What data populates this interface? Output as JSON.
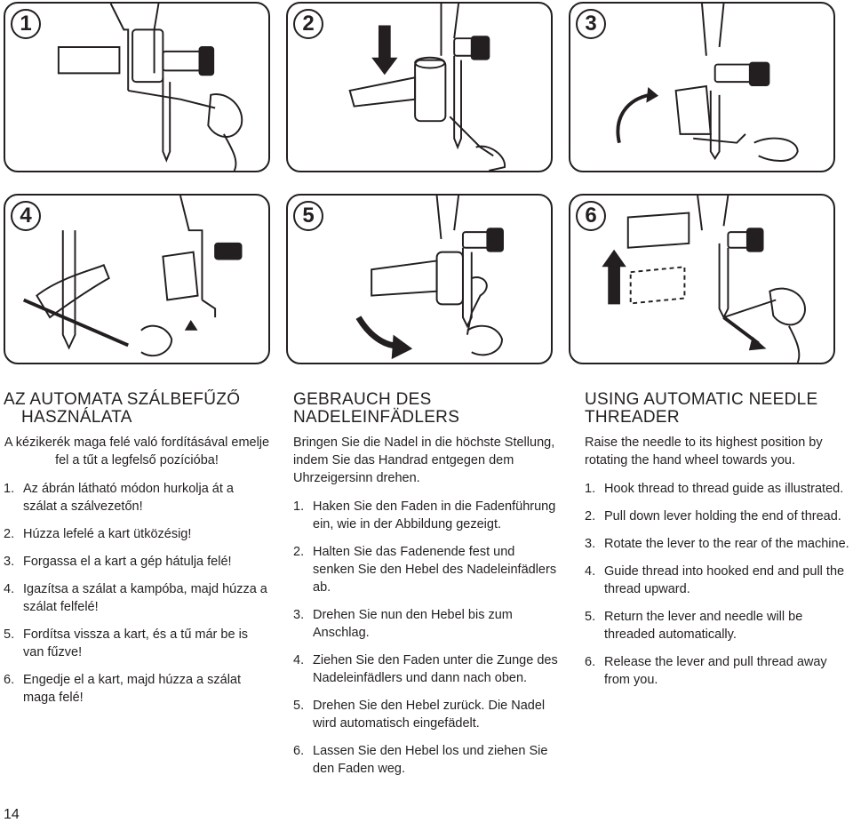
{
  "panels": [
    {
      "number": "1"
    },
    {
      "number": "2"
    },
    {
      "number": "3"
    },
    {
      "number": "4"
    },
    {
      "number": "5"
    },
    {
      "number": "6"
    }
  ],
  "hungarian": {
    "title_line1": "AZ AUTOMATA SZÁLBEFŰZŐ",
    "title_line2": "HASZNÁLATA",
    "intro": "A kézikerék maga felé való fordításával emelje fel a tűt a legfelső pozícióba!",
    "steps": [
      {
        "num": "1.",
        "text": "Az ábrán látható módon hurkolja át a szálat a szálvezetőn!"
      },
      {
        "num": "2.",
        "text": "Húzza lefelé a kart ütközésig!"
      },
      {
        "num": "3.",
        "text": "Forgassa el a kart a gép hátulja felé!"
      },
      {
        "num": "4.",
        "text": "Igazítsa a szálat a kampóba, majd húzza a szálat felfelé!"
      },
      {
        "num": "5.",
        "text": "Fordítsa vissza a kart, és a tű már be is van fűzve!"
      },
      {
        "num": "6.",
        "text": "Engedje el a kart, majd húzza a szálat maga felé!"
      }
    ]
  },
  "german": {
    "title_line1": "GEBRAUCH DES",
    "title_line2": "NADELEINFÄDLERS",
    "intro": "Bringen Sie die Nadel in die höchste Stellung, indem Sie das Handrad entgegen dem Uhrzeigersinn drehen.",
    "steps": [
      {
        "num": "1.",
        "text": "Haken Sie den Faden in die Fadenführung ein, wie in der Abbildung gezeigt."
      },
      {
        "num": "2.",
        "text": "Halten Sie das Fadenende fest und senken Sie den Hebel des Nadeleinfädlers ab."
      },
      {
        "num": "3.",
        "text": "Drehen Sie nun den Hebel bis zum Anschlag."
      },
      {
        "num": "4.",
        "text": "Ziehen Sie den Faden unter die Zunge des Nadeleinfädlers und dann nach oben."
      },
      {
        "num": "5.",
        "text": "Drehen Sie den Hebel zurück. Die Nadel wird automatisch eingefädelt."
      },
      {
        "num": "6.",
        "text": "Lassen Sie den Hebel los und ziehen Sie den Faden weg."
      }
    ]
  },
  "english": {
    "title_line1": "USING AUTOMATIC NEEDLE",
    "title_line2": "THREADER",
    "intro": "Raise the needle to its highest position by rotating the hand wheel towards you.",
    "steps": [
      {
        "num": "1.",
        "text": "Hook thread to thread guide as illustrated."
      },
      {
        "num": "2.",
        "text": "Pull down lever holding the end of thread."
      },
      {
        "num": "3.",
        "text": "Rotate the lever to the rear of the machine."
      },
      {
        "num": "4.",
        "text": "Guide thread into hooked end and pull the thread upward."
      },
      {
        "num": "5.",
        "text": "Return the lever and needle will be threaded automatically."
      },
      {
        "num": "6.",
        "text": "Release the lever and pull thread away from you."
      }
    ]
  },
  "page_number": "14"
}
